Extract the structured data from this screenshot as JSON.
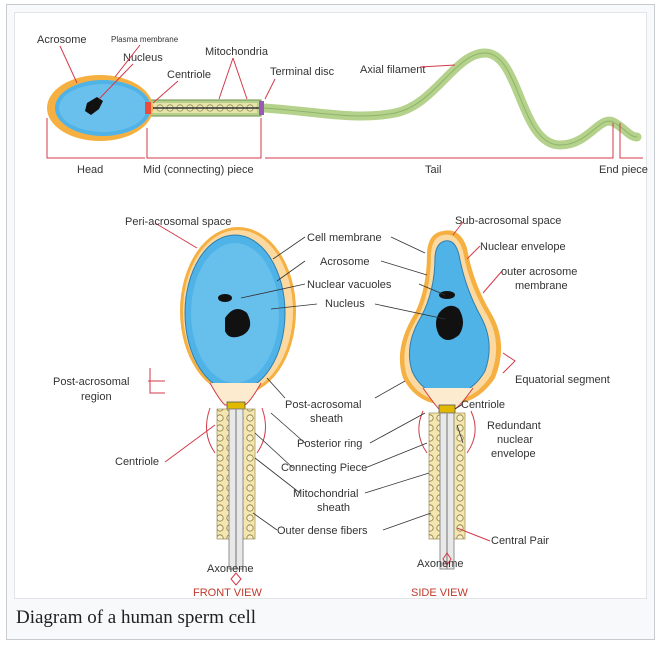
{
  "caption": "Diagram of a human sperm cell",
  "colors": {
    "membrane_orange": "#f5b041",
    "acrosome_yellow": "#fbd9a0",
    "head_blue": "#4fb3e8",
    "nucleus": "#111111",
    "tail_green": "#b5d28c",
    "pointer_red": "#d33a4a"
  },
  "labels": {
    "acrosome_top": "Acrosome",
    "plasma_membrane": "Plasma membrane",
    "nucleus_top": "Nucleus",
    "centriole_top": "Centriole",
    "mitochondria": "Mitochondria",
    "terminal_disc": "Terminal disc",
    "axial_filament": "Axial filament",
    "head": "Head",
    "mid_piece": "Mid (connecting) piece",
    "tail": "Tail",
    "end_piece": "End piece",
    "peri_acrosomal_space": "Peri-acrosomal space",
    "cell_membrane": "Cell membrane",
    "acrosome": "Acrosome",
    "nuclear_vacuoles": "Nuclear vacuoles",
    "nucleus": "Nucleus",
    "sub_acrosomal_space": "Sub-acrosomal space",
    "nuclear_envelope": "Nuclear envelope",
    "outer_acrosome_membrane_1": "outer acrosome",
    "outer_acrosome_membrane_2": "membrane",
    "post_acrosomal_region_1": "Post-acrosomal",
    "post_acrosomal_region_2": "region",
    "equatorial_segment": "Equatorial segment",
    "post_acrosomal_sheath_1": "Post-acrosomal",
    "post_acrosomal_sheath_2": "sheath",
    "centriole_side": "Centriole",
    "posterior_ring": "Posterior ring",
    "redundant_envelope_1": "Redundant",
    "redundant_envelope_2": "nuclear",
    "redundant_envelope_3": "envelope",
    "centriole_front": "Centriole",
    "connecting_piece": "Connecting Piece",
    "mitochondrial_sheath_1": "Mitochondrial",
    "mitochondrial_sheath_2": "sheath",
    "outer_dense_fibers": "Outer dense fibers",
    "central_pair": "Central Pair",
    "axoneme_front": "Axoneme",
    "axoneme_side": "Axoneme",
    "front_view": "FRONT VIEW",
    "side_view": "SIDE VIEW"
  }
}
